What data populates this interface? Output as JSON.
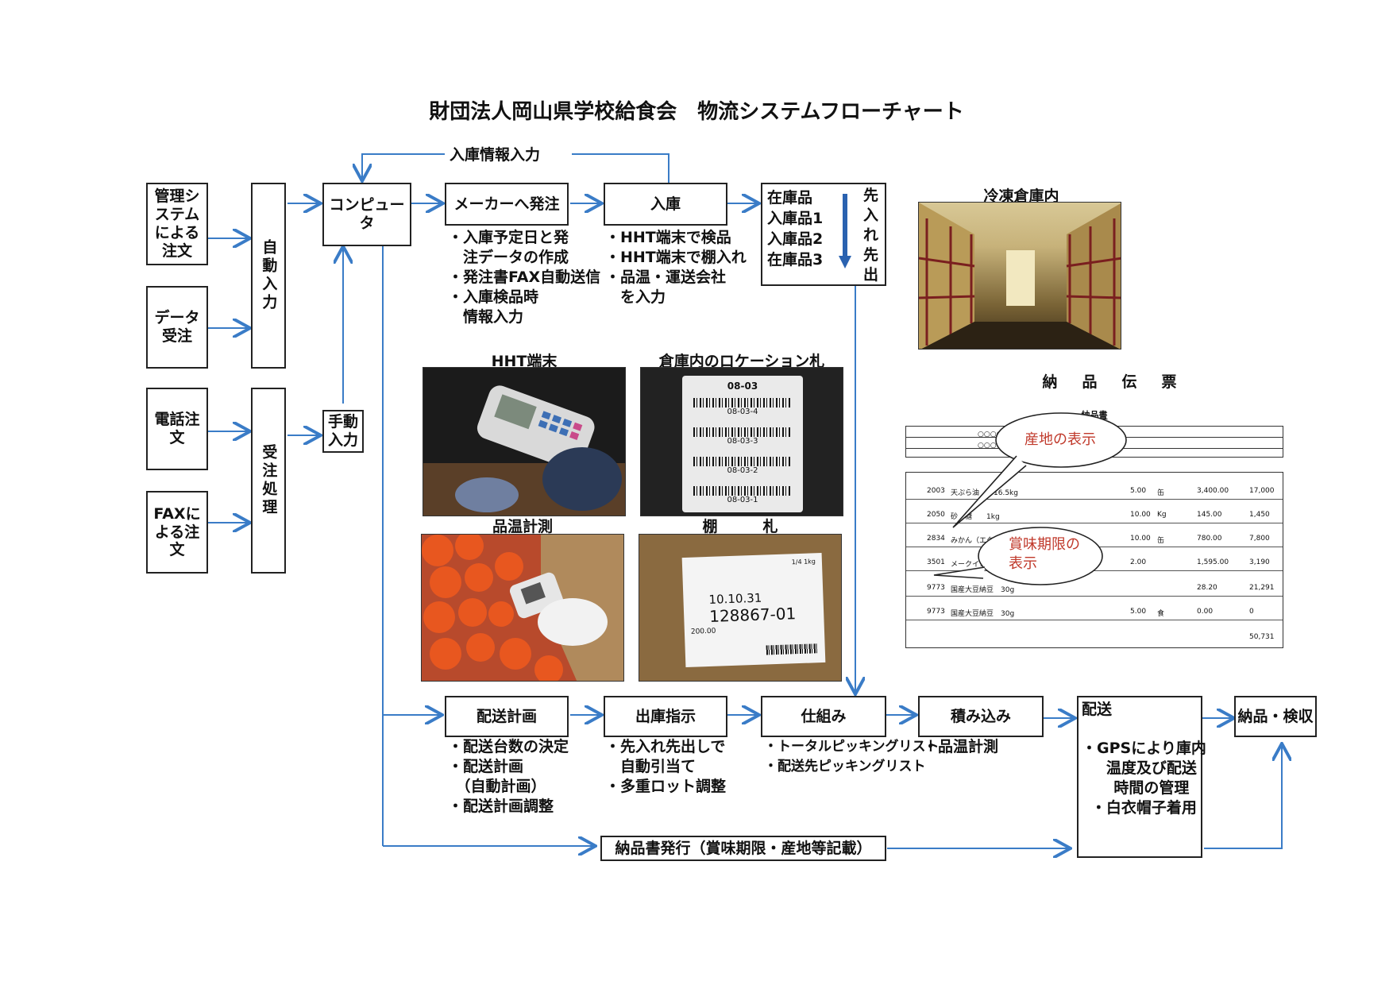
{
  "title": "財団法人岡山県学校給食会　物流システムフローチャート",
  "feedback_label": "入庫情報入力",
  "orders": {
    "mgmt": "管理シ\nステム\nによる\n注文",
    "data": "データ\n受注",
    "phone": "電話注\n文",
    "fax": "FAXに\nよる注\n文"
  },
  "auto_input": "自動入力",
  "order_processing": "受注処理",
  "manual_input": "手動\n入力",
  "computer": "コンピュー\nタ",
  "maker_order": {
    "label": "メーカーへ発注",
    "notes": "・入庫予定日と発\n　注データの作成\n・発注書FAX自動送信\n・入庫検品時\n　情報入力"
  },
  "receiving": {
    "label": "入庫",
    "notes": "・HHT端末で検品\n・HHT端末で棚入れ\n・品温・運送会社\n　を入力"
  },
  "stock": {
    "items": [
      "在庫品",
      "入庫品1",
      "入庫品2",
      "在庫品3"
    ],
    "fifo": "先\n入\nれ\n先\n出"
  },
  "photos": {
    "freezer": "冷凍倉庫内",
    "hht": "HHT端末",
    "location": "倉庫内のロケーション札",
    "temp": "品温計測",
    "shelf": "棚　　　札"
  },
  "location_tag": {
    "header": "08-03",
    "codes": [
      "08-03-4",
      "08-03-3",
      "08-03-2",
      "08-03-1"
    ]
  },
  "shelf_tag": {
    "date": "10.10.31",
    "number": "128867-01",
    "small": "1/4 1kg",
    "weight": "200.00"
  },
  "delivery_slip_title": "納　品　伝　票",
  "invoice": {
    "heading": "納品書",
    "school": "○○○○○○○○○小学校　殿",
    "address": "○○○市○○○○○999-99",
    "rows": [
      {
        "code": "2003",
        "name": "天ぷら油　　16.5kg",
        "qty": "5.00",
        "unit": "缶",
        "price": "3,400.00",
        "amount": "17,000"
      },
      {
        "code": "2050",
        "name": "砂　糖　　1kg",
        "qty": "10.00",
        "unit": "Kg",
        "price": "145.00",
        "amount": "1,450"
      },
      {
        "code": "2834",
        "name": "みかん（エクストラライト）　1号缶",
        "qty": "10.00",
        "unit": "缶",
        "price": "780.00",
        "amount": "7,800"
      },
      {
        "code": "3501",
        "name": "メークイン（L）　10kg",
        "qty": "2.00",
        "unit": "",
        "price": "1,595.00",
        "amount": "3,190"
      },
      {
        "code": "9773",
        "name": "国産大豆納豆　30g",
        "qty": "",
        "unit": "",
        "price": "28.20",
        "amount": "21,291"
      },
      {
        "code": "9773",
        "name": "国産大豆納豆　30g",
        "qty": "5.00",
        "unit": "食",
        "price": "0.00",
        "amount": "0"
      }
    ],
    "total": "50,731"
  },
  "bubbles": {
    "origin": "産地の表示",
    "expiry": "賞味期限の\n表示"
  },
  "delivery_plan": {
    "label": "配送計画",
    "notes": "・配送台数の決定\n・配送計画\n　（自動計画）\n・配送計画調整"
  },
  "shipping_instruction": {
    "label": "出庫指示",
    "notes": "・先入れ先出しで\n　自動引当て\n・多重ロット調整"
  },
  "sorting": {
    "label": "仕組み",
    "notes": "・トータルピッキングリスト\n・配送先ピッキングリスト"
  },
  "loading": {
    "label": "積み込み",
    "notes": "・品温計測"
  },
  "delivery": {
    "label": "配送",
    "notes": "・GPSにより庫内\n　温度及び配送\n　時間の管理\n・白衣帽子着用"
  },
  "inspection": "納品・検収",
  "invoice_issue": "納品書発行（賞味期限・産地等記載）",
  "colors": {
    "arrow": "#3a7cc7",
    "box_border": "#222222",
    "bubble_text": "#c0392b"
  }
}
